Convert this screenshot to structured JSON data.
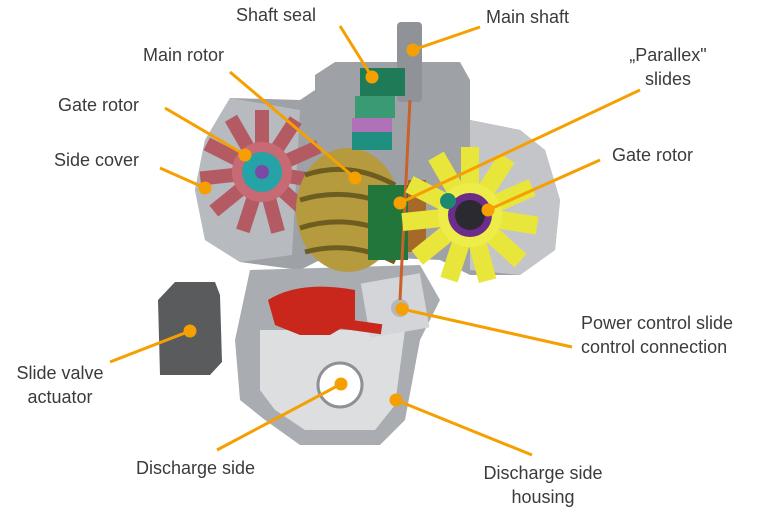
{
  "diagram": {
    "accent_color": "#f5a000",
    "labels": {
      "shaft_seal": "Shaft seal",
      "main_shaft": "Main shaft",
      "main_rotor": "Main rotor",
      "parallex_slides": [
        "„Parallex\"",
        "slides"
      ],
      "gate_rotor_left": "Gate rotor",
      "side_cover": "Side cover",
      "gate_rotor_right": "Gate rotor",
      "power_control": [
        "Power control slide",
        "control connection"
      ],
      "slide_valve_actuator": [
        "Slide valve",
        "actuator"
      ],
      "discharge_side": "Discharge side",
      "discharge_side_housing": [
        "Discharge side",
        "housing"
      ]
    }
  }
}
